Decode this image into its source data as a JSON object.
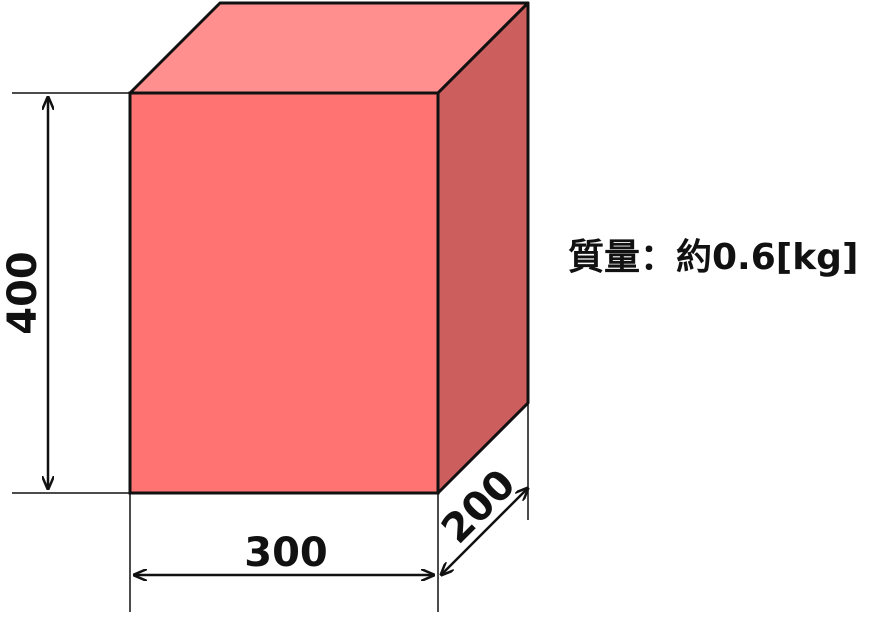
{
  "diagram": {
    "dimensions": {
      "height": "400",
      "width": "300",
      "depth": "200"
    },
    "mass_label": "質量：約0.6[kg]",
    "colors": {
      "front_face": "#ff7373",
      "top_face": "#ff8f8f",
      "side_face": "#cc5e5e",
      "edge": "#111111",
      "background": "#ffffff"
    }
  }
}
